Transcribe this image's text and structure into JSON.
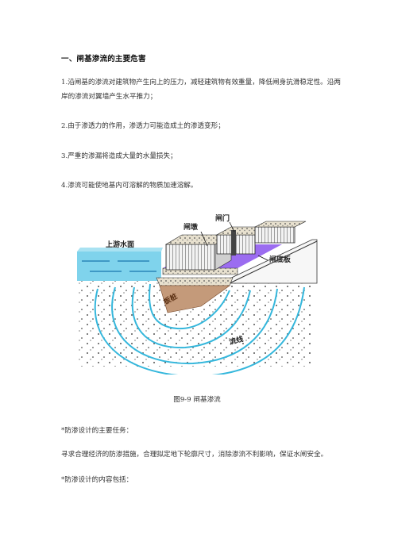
{
  "section_heading": "一、闸基渗流的主要危害",
  "points": [
    "1.沿闸基的渗流对建筑物产生向上的压力，减轻建筑物有效重量，降低闸身抗滑稳定性。沿两岸的渗流对翼墙产生水平推力；",
    "2.由于渗透力的作用，渗透力可能造成土的渗透变形；",
    "3.严重的渗漏将造成大量的水量损失；",
    "4.渗流可能使地基内可溶解的物质加速溶解。"
  ],
  "figure": {
    "labels": {
      "pier": "闸墩",
      "gate": "闸门",
      "upstream_water": "上游水面",
      "floor": "闸底板",
      "sheet_pile": "板桩",
      "streamline": "流线"
    },
    "caption": "图9-9  闸基渗流"
  },
  "design_tasks_title": "*防渗设计的主要任务：",
  "design_tasks_text": "寻求合理经济的防渗措施，合理拟定地下轮廓尺寸，消除渗流不利影响，保证水闸安全。",
  "design_content_title": "*防渗设计的内容包括："
}
